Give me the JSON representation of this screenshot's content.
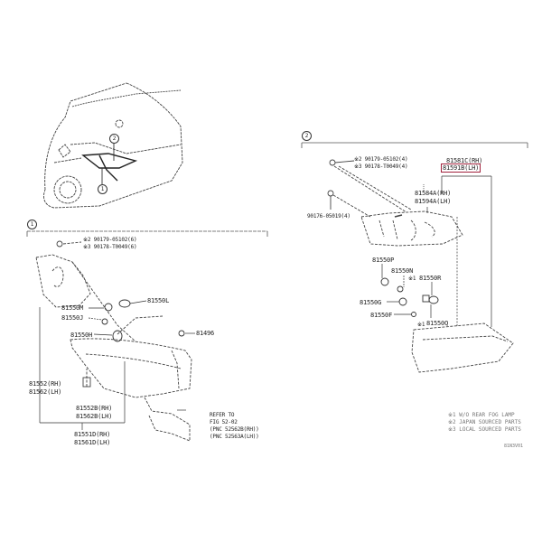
{
  "diagram": {
    "highlight_color": "#a0203a",
    "overview": {
      "callouts": [
        "2",
        "1"
      ]
    },
    "section1": {
      "number": "1",
      "fasteners": [
        "※2 90179-05102(6)",
        "※3 90178-T0049(6)"
      ],
      "parts": {
        "p81550L": "81550L",
        "p81550M": "81550M",
        "p81550J": "81550J",
        "p81550H": "81550H",
        "p81496": "81496",
        "p81552": "81552(RH)",
        "p81562": "81562(LH)",
        "p81552B": "81552B(RH)",
        "p81562B": "81562B(LH)",
        "p81551D": "81551D(RH)",
        "p81561D": "81561D(LH)"
      },
      "refer": [
        "REFER TO",
        "FIG 52-02",
        "(PNC 52562B(RH))",
        "(PNC 52563A(LH))"
      ]
    },
    "section2": {
      "number": "2",
      "fasteners": [
        "※2 90179-05102(4)",
        "※3 90178-T0049(4)"
      ],
      "clip": "90176-05019(4)",
      "parts": {
        "p81581C": "81581C(RH)",
        "p81591B": "81591B(LH)",
        "p81584A": "81584A(RH)",
        "p81594A": "81594A(LH)",
        "p81550P": "81550P",
        "p81550N": "81550N",
        "p81550R_mark": "※1",
        "p81550R": "81550R",
        "p81550G": "81550G",
        "p81550F": "81550F",
        "p81550Q_mark": "※1",
        "p81550Q": "81550Q"
      }
    },
    "legend": [
      "※1 W/O REAR FOG LAMP",
      "※2 JAPAN SOURCED PARTS",
      "※3 LOCAL SOURCED PARTS"
    ],
    "figure_code": "81N3V01"
  }
}
